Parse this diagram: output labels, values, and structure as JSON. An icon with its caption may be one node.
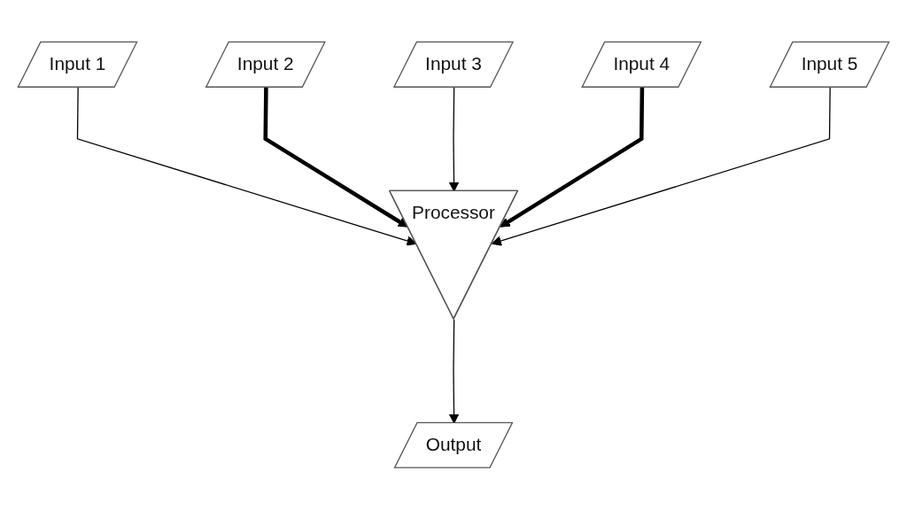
{
  "diagram": {
    "nodes": [
      {
        "text": [
          "Input 1"
        ]
      },
      {
        "text": [
          "Input 2"
        ]
      },
      {
        "text": [
          "Input 3"
        ]
      },
      {
        "text": [
          "Input 4"
        ]
      },
      {
        "text": [
          "Input 5"
        ]
      },
      {
        "text": [
          "Processor"
        ]
      },
      {
        "text": [
          "Output"
        ]
      }
    ],
    "edges": [
      {
        "from": 0,
        "to": 5,
        "arrow": "to"
      },
      {
        "from": 1,
        "to": 5,
        "arrow": "to",
        "style": "thick"
      },
      {
        "from": 2,
        "to": 5,
        "arrow": "to"
      },
      {
        "from": 3,
        "to": 5,
        "arrow": "to",
        "style": "thick"
      },
      {
        "from": 4,
        "to": 5,
        "arrow": "to"
      },
      {
        "from": 5,
        "to": 6,
        "arrow": "to"
      }
    ]
  }
}
